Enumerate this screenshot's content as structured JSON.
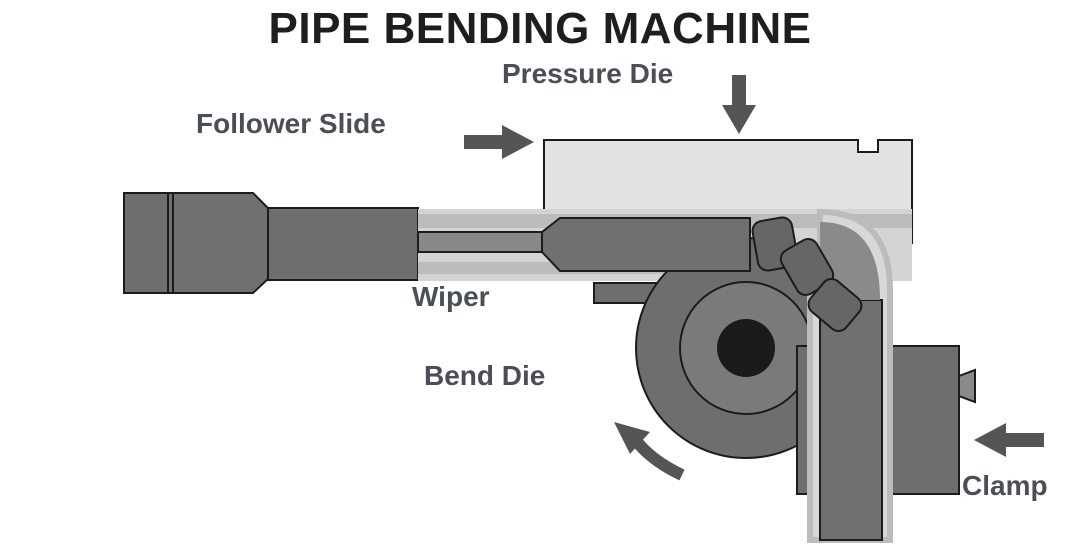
{
  "title": "PIPE BENDING MACHINE",
  "labels": {
    "pressure_die": "Pressure Die",
    "follower_slide": "Follower Slide",
    "wiper": "Wiper",
    "bend_die": "Bend Die",
    "clamp": "Clamp"
  },
  "colors": {
    "label_text": "#4a4f55",
    "title_text": "#1e1e1e",
    "arrow": "#555555",
    "steel_dark": "#6e6e6e",
    "steel_mid": "#8a8a8a",
    "pipe_light": "#d4d4d4",
    "die_light": "#e2e2e2",
    "outline": "#1c1c1c"
  },
  "icons": {
    "pressure_die_arrow": "arrow-down-icon",
    "follower_slide_arrow": "arrow-right-icon",
    "clamp_arrow": "arrow-left-icon",
    "rotation_arrow": "curved-arrow-icon"
  }
}
